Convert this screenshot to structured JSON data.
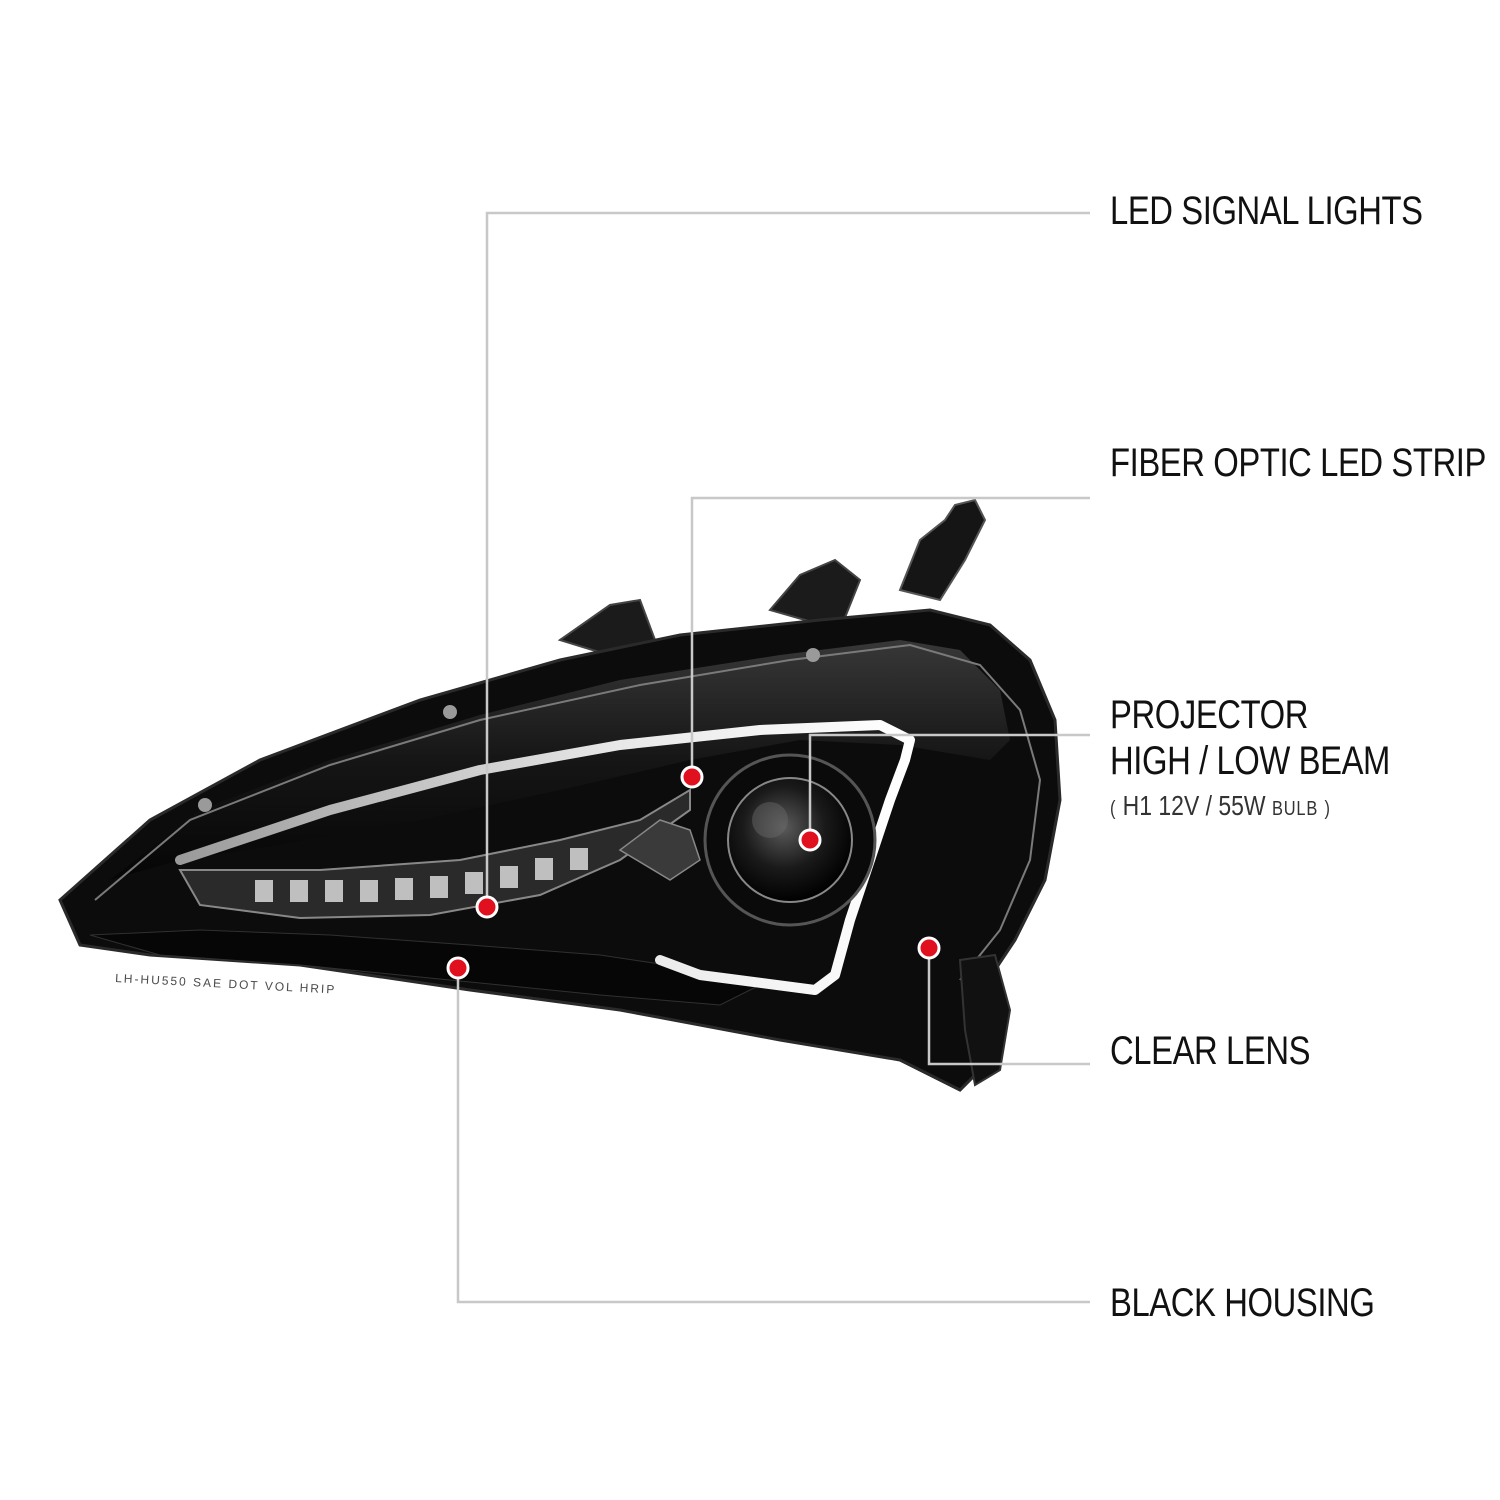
{
  "callouts": {
    "led_signal": "LED SIGNAL LIGHTS",
    "fiber_optic": "FIBER OPTIC LED STRIP",
    "projector_line1": "PROJECTOR",
    "projector_line2": "HIGH / LOW BEAM",
    "projector_spec_open": "(",
    "projector_spec_main": "H1 12V / 55W",
    "projector_spec_bulb": "BULB",
    "projector_spec_close": ")",
    "clear_lens": "CLEAR LENS",
    "black_housing": "BLACK HOUSING"
  },
  "housing_markings": "LH-HU550   SAE  DOT  VOL  HRIP",
  "colors": {
    "leader_line": "#c8c8c8",
    "dot": "#e0101e",
    "housing": "#0c0c0c",
    "label_text": "#111111"
  }
}
